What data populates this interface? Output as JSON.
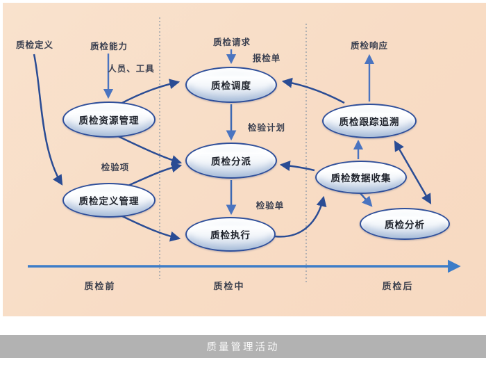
{
  "title": "质量管理活动",
  "colors": {
    "canvas_bg": "#f8dcc5",
    "node_border": "#2f4f9a",
    "node_fill": "#e3ebf4",
    "arrow_dark": "#2a4c94",
    "arrow_light": "#4a74c0",
    "timeline": "#3d7dc8",
    "divider": "#8e9aa8",
    "footer_bar": "#b2b2b2",
    "footer_text": "#f7f7f7",
    "label_text": "#3b4050"
  },
  "nodes": [
    {
      "id": "qc-resource-management",
      "label": "质检资源管理"
    },
    {
      "id": "qc-definition-management",
      "label": "质检定义管理"
    },
    {
      "id": "qc-scheduling",
      "label": "质检调度"
    },
    {
      "id": "qc-dispatch",
      "label": "质检分派"
    },
    {
      "id": "qc-execution",
      "label": "质检执行"
    },
    {
      "id": "qc-tracking-tracing",
      "label": "质检跟踪追溯"
    },
    {
      "id": "qc-data-collection",
      "label": "质检数据收集"
    },
    {
      "id": "qc-analysis",
      "label": "质检分析"
    }
  ],
  "labels": [
    {
      "id": "qc-definition",
      "text": "质检定义"
    },
    {
      "id": "qc-capability",
      "text": "质检能力"
    },
    {
      "id": "personnel-tools",
      "text": "人员、工具"
    },
    {
      "id": "qc-request",
      "text": "质检请求"
    },
    {
      "id": "inspection-report",
      "text": "报检单"
    },
    {
      "id": "inspection-plan",
      "text": "检验计划"
    },
    {
      "id": "inspection-item",
      "text": "检验项"
    },
    {
      "id": "inspection-order",
      "text": "检验单"
    },
    {
      "id": "qc-response",
      "text": "质检响应"
    }
  ],
  "stages": [
    {
      "id": "pre-inspection",
      "label": "质检前"
    },
    {
      "id": "during-inspection",
      "label": "质检中"
    },
    {
      "id": "post-inspection",
      "label": "质检后"
    }
  ],
  "edges": [
    {
      "from": "质检定义",
      "to": "质检定义管理"
    },
    {
      "from": "质检能力",
      "to": "质检资源管理",
      "label": "人员、工具"
    },
    {
      "from": "质检资源管理",
      "to": "质检调度"
    },
    {
      "from": "质检资源管理",
      "to": "质检分派"
    },
    {
      "from": "质检定义管理",
      "to": "质检分派",
      "label": "检验项"
    },
    {
      "from": "质检定义管理",
      "to": "质检执行"
    },
    {
      "from": "质检请求",
      "to": "质检调度",
      "label": "报检单"
    },
    {
      "from": "质检调度",
      "to": "质检分派",
      "label": "检验计划"
    },
    {
      "from": "质检分派",
      "to": "质检执行",
      "label": "检验单"
    },
    {
      "from": "质检执行",
      "to": "质检数据收集"
    },
    {
      "from": "质检数据收集",
      "to": "质检分派"
    },
    {
      "from": "质检数据收集",
      "to": "质检跟踪追溯"
    },
    {
      "from": "质检数据收集",
      "to": "质检分析"
    },
    {
      "from": "质检跟踪追溯",
      "to": "质检分析",
      "bidirectional": true
    },
    {
      "from": "质检跟踪追溯",
      "to": "质检调度"
    },
    {
      "from": "质检跟踪追溯",
      "to": "质检响应",
      "label": "质检响应"
    }
  ],
  "footer": {
    "title": "质量管理活动"
  }
}
